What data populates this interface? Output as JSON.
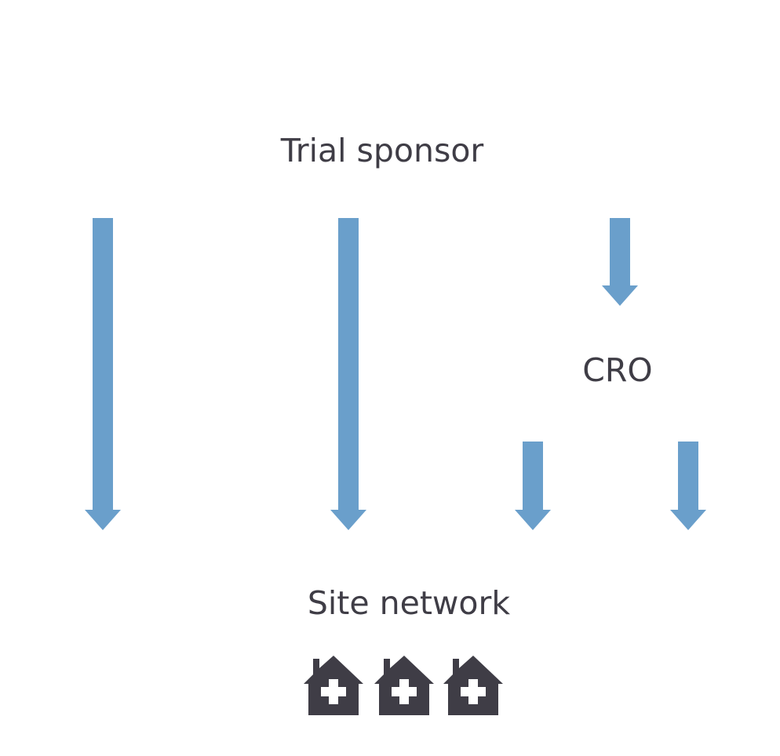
{
  "diagram": {
    "top_node": {
      "label": "Trial sponsor"
    },
    "middle_node": {
      "label": "CRO"
    },
    "bottom_node": {
      "label": "Site network"
    },
    "colors": {
      "arrow": "#6a9fcb",
      "text": "#3f3d46",
      "hospital": "#3f3d46"
    },
    "icons": [
      "hospital-icon",
      "hospital-icon",
      "hospital-icon"
    ]
  }
}
